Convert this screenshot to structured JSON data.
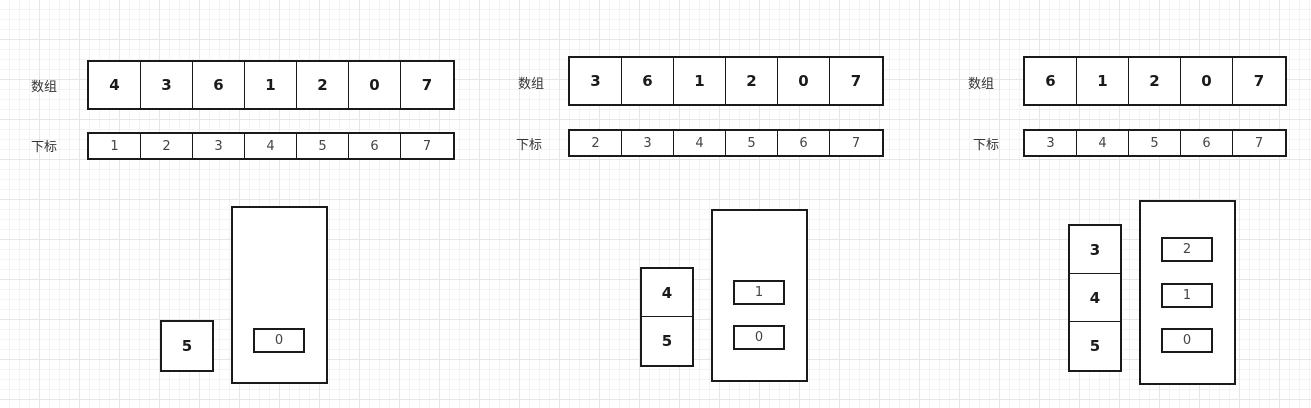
{
  "labels": {
    "array": "数组",
    "index": "下标"
  },
  "panels": [
    {
      "array": [
        "4",
        "3",
        "6",
        "1",
        "2",
        "0",
        "7"
      ],
      "index": [
        "1",
        "2",
        "3",
        "4",
        "5",
        "6",
        "7"
      ],
      "stack": [
        "5"
      ],
      "bucket": [
        "0"
      ]
    },
    {
      "array": [
        "3",
        "6",
        "1",
        "2",
        "0",
        "7"
      ],
      "index": [
        "2",
        "3",
        "4",
        "5",
        "6",
        "7"
      ],
      "stack": [
        "4",
        "5"
      ],
      "bucket": [
        "1",
        "0"
      ]
    },
    {
      "array": [
        "6",
        "1",
        "2",
        "0",
        "7"
      ],
      "index": [
        "3",
        "4",
        "5",
        "6",
        "7"
      ],
      "stack": [
        "3",
        "4",
        "5"
      ],
      "bucket": [
        "2",
        "1",
        "0"
      ]
    }
  ]
}
